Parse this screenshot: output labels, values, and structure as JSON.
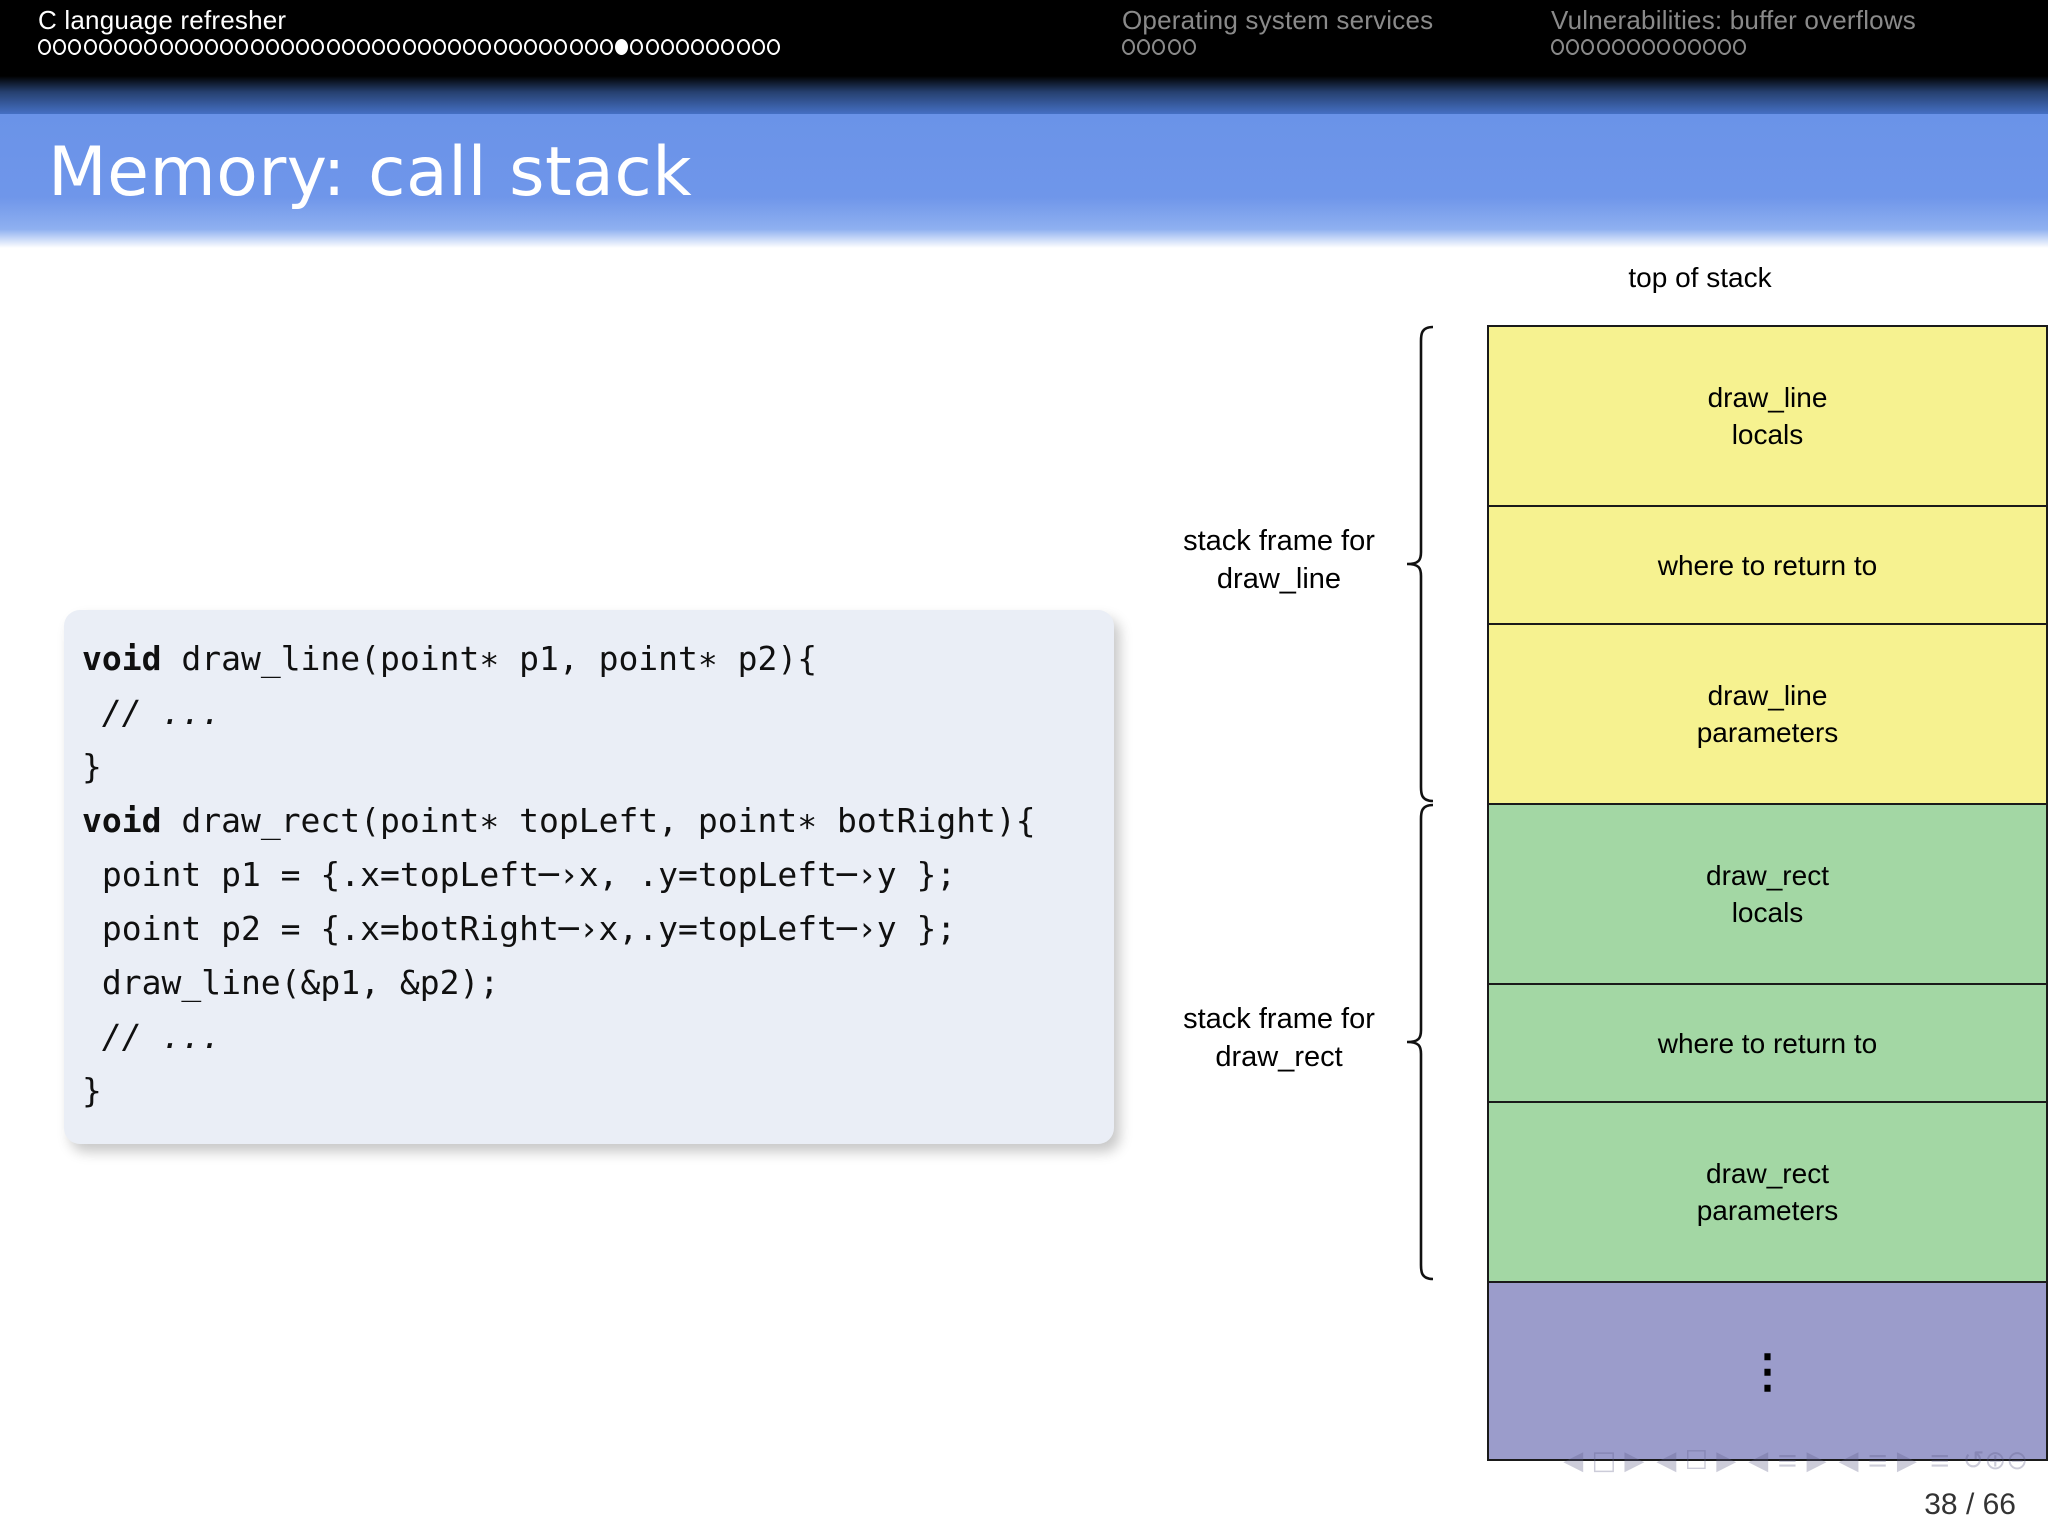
{
  "header": {
    "sections": [
      {
        "title": "C language refresher",
        "state": "active",
        "dots_total": 49,
        "dots_current_index": 38
      },
      {
        "title": "Operating system services",
        "state": "inactive",
        "dots_total": 5,
        "dots_current_index": -1
      },
      {
        "title": "Vulnerabilities: buffer overflows",
        "state": "inactive",
        "dots_total": 13,
        "dots_current_index": -1
      }
    ]
  },
  "title": {
    "text": "Memory: call stack",
    "band_color": "#6f96ea",
    "text_color": "#ffffff"
  },
  "code": {
    "background": "#eaeef6",
    "lines": [
      {
        "id": "l1",
        "keyword": "void",
        "rest": " draw_line(point∗ p1, point∗ p2){",
        "style": "keyword"
      },
      {
        "id": "l2",
        "text": " // ...",
        "style": "comment"
      },
      {
        "id": "l3",
        "text": "}",
        "style": "plain"
      },
      {
        "id": "l4",
        "keyword": "void",
        "rest": " draw_rect(point∗ topLeft, point∗ botRight){",
        "style": "keyword"
      },
      {
        "id": "l5",
        "text": " point p1 = {.x=topLeft─›x, .y=topLeft─›y };",
        "style": "plain"
      },
      {
        "id": "l6",
        "text": " point p2 = {.x=botRight─›x,.y=topLeft─›y };",
        "style": "plain"
      },
      {
        "id": "l7",
        "text": " draw_line(&p1, &p2);",
        "style": "plain"
      },
      {
        "id": "l8",
        "text": " // ...",
        "style": "comment"
      },
      {
        "id": "l9",
        "text": "}",
        "style": "plain"
      }
    ]
  },
  "diagram": {
    "top_label": "top of stack",
    "frames": [
      {
        "name": "draw_line",
        "brace_label": "stack frame for\ndraw_line",
        "color": "#f6f290",
        "boxes": [
          {
            "label": "draw_line\nlocals",
            "height": 180
          },
          {
            "label": "where to return to",
            "height": 118
          },
          {
            "label": "draw_line\nparameters",
            "height": 180
          }
        ]
      },
      {
        "name": "draw_rect",
        "brace_label": "stack frame for\ndraw_rect",
        "color": "#a3d7a4",
        "boxes": [
          {
            "label": "draw_rect\nlocals",
            "height": 180
          },
          {
            "label": "where to return to",
            "height": 118
          },
          {
            "label": "draw_rect\nparameters",
            "height": 180
          }
        ]
      },
      {
        "name": "rest-of-stack",
        "brace_label": "",
        "color": "#9b9ccb",
        "boxes": [
          {
            "label": "⋮",
            "height": 180
          }
        ]
      }
    ]
  },
  "beamer_nav": {
    "groups": [
      "◀ □ ▶",
      "◀ ☐ ▶",
      "◀ ≡ ▶",
      "◀ ≡ ▶",
      "≡",
      "↺⊕⊖"
    ]
  },
  "footer": {
    "page_number": "38 / 66"
  }
}
